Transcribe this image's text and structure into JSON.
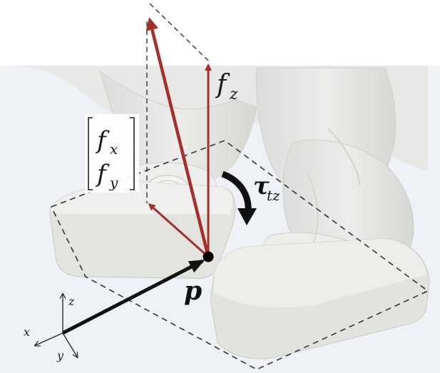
{
  "labels": {
    "fz": "f",
    "fz_sub": "z",
    "fx": "f",
    "fx_sub": "x",
    "fy": "f",
    "fy_sub": "y",
    "tau": "τ",
    "tau_sub": "tz",
    "p": "p"
  },
  "axes": {
    "x": "x",
    "y": "y",
    "z": "z"
  },
  "colors": {
    "force": "#a3302a",
    "vector": "#111111",
    "robot": "#e4e4e2",
    "robot_edge": "#c9c9c6",
    "background_band": "#eef2f7"
  }
}
